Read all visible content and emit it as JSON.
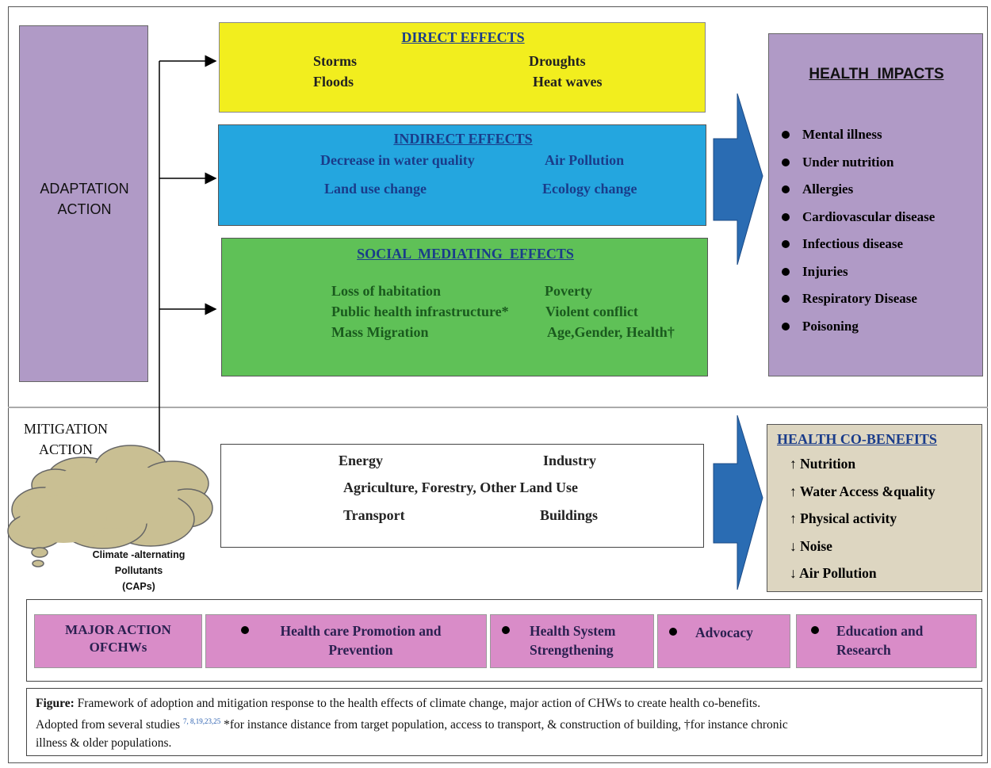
{
  "adaptation": {
    "line1": "ADAPTATION",
    "line2": "ACTION"
  },
  "direct": {
    "title": "DIRECT EFFECTS",
    "items": [
      "Storms",
      "Droughts",
      "Floods",
      "Heat waves"
    ]
  },
  "indirect": {
    "title": "INDIRECT EFFECTS",
    "items": [
      "Decrease in water quality",
      "Air Pollution",
      "Land use change",
      "Ecology change"
    ]
  },
  "social": {
    "title": "SOCIAL  MEDIATING  EFFECTS",
    "items": [
      "Loss of habitation",
      "Poverty",
      "Public health infrastructure*",
      "Violent conflict",
      "Mass Migration",
      "Age,Gender, Health†"
    ]
  },
  "health_impacts": {
    "title": "HEALTH  IMPACTS",
    "items": [
      "Mental illness",
      "Under nutrition",
      "Allergies",
      "Cardiovascular disease",
      "Infectious disease",
      "Injuries",
      "Respiratory Disease",
      "Poisoning"
    ]
  },
  "mitigation": {
    "line1": "MITIGATION",
    "line2": "ACTION"
  },
  "cloud": {
    "line1": "Climate -alternating",
    "line2": "Pollutants",
    "line3": "(CAPs)"
  },
  "sectors": {
    "items": [
      "Energy",
      "Industry",
      "Agriculture, Forestry, Other Land Use",
      "Transport",
      "Buildings"
    ]
  },
  "cobenefits": {
    "title": "HEALTH CO-BENEFITS",
    "items": [
      {
        "arrow": "↑",
        "label": "Nutrition"
      },
      {
        "arrow": "↑",
        "label": "Water Access &quality"
      },
      {
        "arrow": "↑",
        "label": "Physical activity"
      },
      {
        "arrow": "↓",
        "label": "Noise"
      },
      {
        "arrow": "↓",
        "label": "Air Pollution"
      }
    ]
  },
  "major": {
    "label1": "MAJOR ACTION",
    "label2": "OFCHWs",
    "items": [
      {
        "l1": "Health care Promotion and",
        "l2": "Prevention"
      },
      {
        "l1": "Health System",
        "l2": "Strengthening"
      },
      {
        "l1": "Advocacy",
        "l2": ""
      },
      {
        "l1": "Education and",
        "l2": "Research"
      }
    ]
  },
  "caption": {
    "label": "Figure:",
    "line1": "Framework of adoption and mitigation response to the health effects of climate change, major action of CHWs to create health co-benefits.",
    "line2a": "Adopted from several studies",
    "refs": "7, 8,19,23,25",
    "line2b": "*for instance distance from target population, access to transport, & construction of building, †for instance chronic",
    "line3": "illness & older populations."
  },
  "colors": {
    "purple": "#b09ac6",
    "yellow": "#f2ee1e",
    "blue": "#24a6df",
    "green": "#5fc157",
    "beige": "#ddd6c1",
    "pink": "#d98cc8",
    "arrow_blue": "#2a6cb3",
    "title_blue": "#1a3c8a",
    "green_text": "#1a5a1e"
  }
}
